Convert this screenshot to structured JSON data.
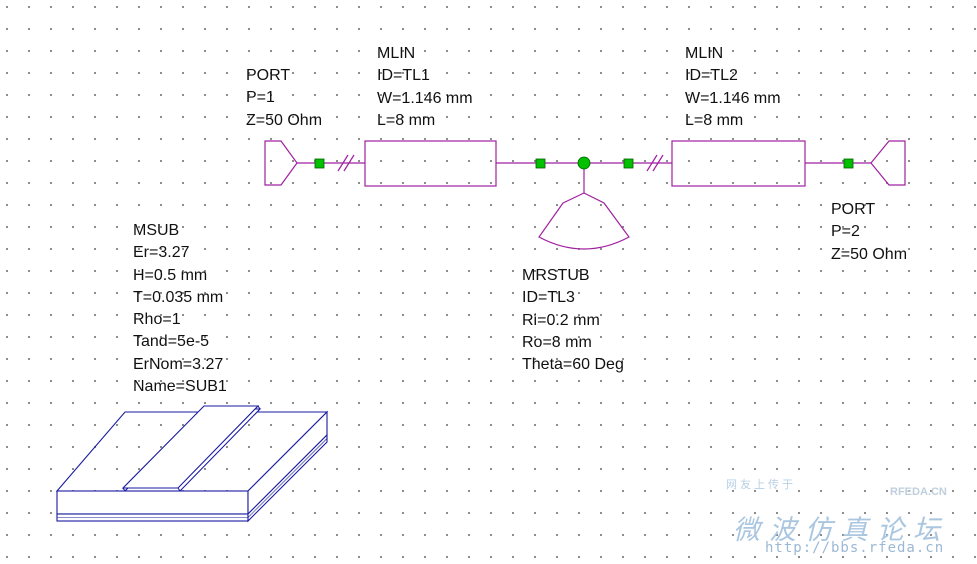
{
  "port1": {
    "lines": [
      "PORT",
      "P=1",
      "Z=50 Ohm"
    ]
  },
  "mlin1": {
    "lines": [
      "MLIN",
      "ID=TL1",
      "W=1.146 mm",
      "L=8 mm"
    ]
  },
  "mlin2": {
    "lines": [
      "MLIN",
      "ID=TL2",
      "W=1.146 mm",
      "L=8 mm"
    ]
  },
  "port2": {
    "lines": [
      "PORT",
      "P=2",
      "Z=50 Ohm"
    ]
  },
  "mrstub": {
    "lines": [
      "MRSTUB",
      "ID=TL3",
      "Ri=0.2 mm",
      "Ro=8 mm",
      "Theta=60 Deg"
    ]
  },
  "msub": {
    "lines": [
      "MSUB",
      "Er=3.27",
      "H=0.5 mm",
      "T=0.035 mm",
      "Rho=1",
      "Tand=5e-5",
      "ErNom=3.27",
      "Name=SUB1"
    ]
  },
  "watermark": {
    "title": "微波仿真论坛",
    "url": "http://bbs.rfeda.cn",
    "small": "网友上传于",
    "brand": "RFEDA.CN"
  },
  "colors": {
    "element": "#a020a0",
    "wire": "#a020a0",
    "node": "#00c000",
    "substrate": "#1a1aa0",
    "grid_dot": "#7a7a7a",
    "watermark": "#a8c4de"
  },
  "icons": [
    "port-icon",
    "mlin-icon",
    "radial-stub-icon",
    "substrate-icon",
    "node-icon"
  ]
}
